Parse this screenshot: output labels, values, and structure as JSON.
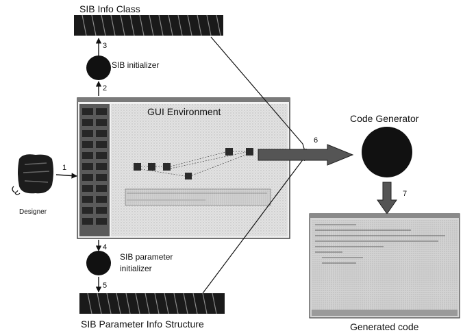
{
  "labels": {
    "sib_info_class": "SIB Info Class",
    "sib_initializer": "SIB initializer",
    "gui_environment": "GUI Environment",
    "designer": "Designer",
    "code_generator": "Code Generator",
    "sib_parameter_initializer_line1": "SIB parameter",
    "sib_parameter_initializer_line2": "initializer",
    "sib_parameter_info_structure": "SIB Parameter Info Structure",
    "generated_code": "Generated code"
  },
  "steps": {
    "s1": "1",
    "s2": "2",
    "s3": "3",
    "s4": "4",
    "s5": "5",
    "s6": "6",
    "s7": "7"
  },
  "colors": {
    "ink": "#111111",
    "screen_gray": "#cfcfcf",
    "window_bg": "#e4e4e4",
    "sidebar_dark": "#555555"
  }
}
